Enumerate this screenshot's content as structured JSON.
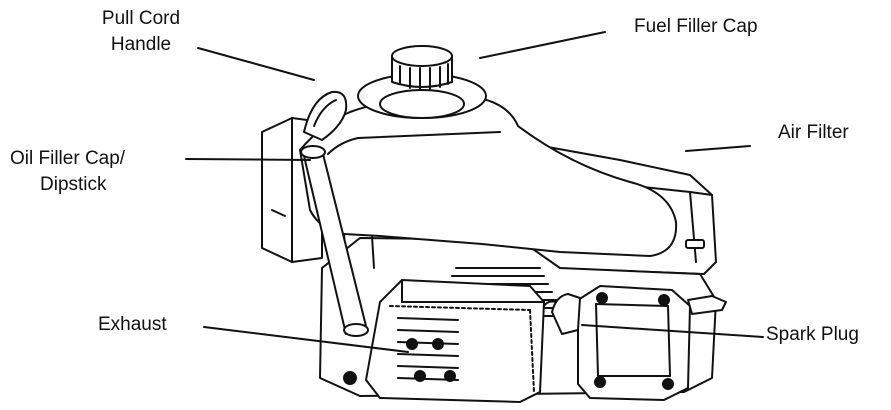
{
  "colors": {
    "ink": "#111111",
    "paper": "#ffffff"
  },
  "labels": {
    "pull_cord_line1": "Pull Cord",
    "pull_cord_line2": "Handle",
    "fuel_filler_cap": "Fuel Filler Cap",
    "air_filter": "Air Filter",
    "oil_filler_line1": "Oil Filler Cap/",
    "oil_filler_line2": "Dipstick",
    "exhaust": "Exhaust",
    "spark_plug": "Spark Plug"
  }
}
